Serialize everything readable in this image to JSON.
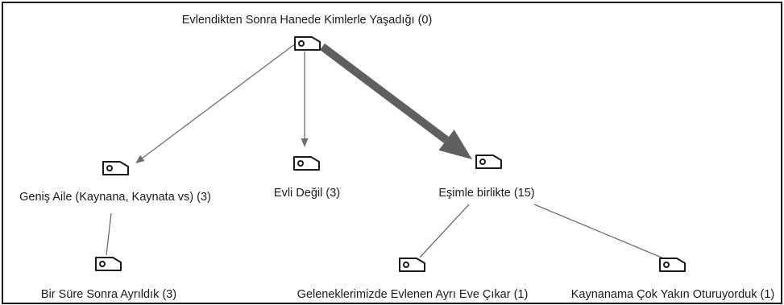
{
  "diagram": {
    "nodes": [
      {
        "id": "root",
        "label": "Evlendikten Sonra Hanede Kimlerle Yaşadığı (0)"
      },
      {
        "id": "genis",
        "label": "Geniş Aile (Kaynana, Kaynata vs) (3)"
      },
      {
        "id": "evli",
        "label": "Evli Değil (3)"
      },
      {
        "id": "esimle",
        "label": "Eşimle birlikte (15)"
      },
      {
        "id": "ayrildik",
        "label": "Bir Süre Sonra Ayrıldık (3)"
      },
      {
        "id": "gelenek",
        "label": "Geleneklerimizde Evlenen Ayrı Eve Çıkar (1)"
      },
      {
        "id": "kaynanama",
        "label": "Kaynanama Çok Yakın Oturuyorduk (1)"
      }
    ],
    "edges": [
      {
        "from": "root",
        "to": "genis",
        "style": "arrow"
      },
      {
        "from": "root",
        "to": "evli",
        "style": "arrow"
      },
      {
        "from": "root",
        "to": "esimle",
        "style": "thick-arrow"
      },
      {
        "from": "genis",
        "to": "ayrildik",
        "style": "line"
      },
      {
        "from": "esimle",
        "to": "gelenek",
        "style": "line"
      },
      {
        "from": "esimle",
        "to": "kaynanama",
        "style": "line"
      }
    ],
    "node_icon": "tag-icon",
    "colors": {
      "edge": "#6e6e6e",
      "thick_edge": "#5f5f5f",
      "text": "#1a1a1a",
      "border": "#1a1a1a"
    }
  }
}
